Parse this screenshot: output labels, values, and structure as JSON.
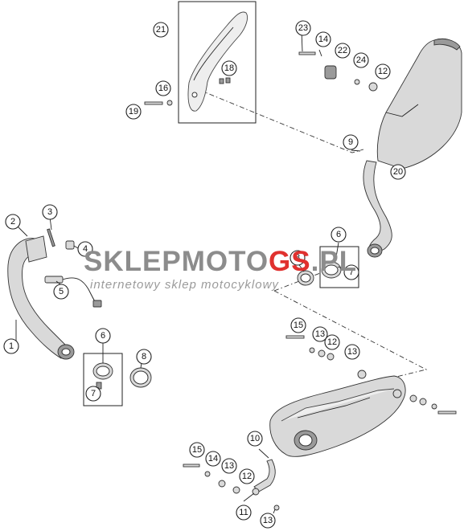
{
  "diagram": {
    "callouts": [
      "1",
      "2",
      "3",
      "4",
      "5",
      "6",
      "7",
      "8",
      "6",
      "7",
      "8",
      "9",
      "10",
      "11",
      "12",
      "12",
      "12",
      "13",
      "13",
      "13",
      "13",
      "14",
      "14",
      "15",
      "15",
      "16",
      "18",
      "19",
      "20",
      "21",
      "22",
      "23",
      "24"
    ]
  },
  "watermark": {
    "brand_part1": "SKLEPMOTO",
    "brand_part2": "GS",
    "brand_part3": ".PL",
    "tagline": "internetowy sklep motocyklowy",
    "colors": {
      "gray": "#8c8c8c",
      "red": "#e0312f",
      "tagline": "#9b9b9b"
    }
  }
}
